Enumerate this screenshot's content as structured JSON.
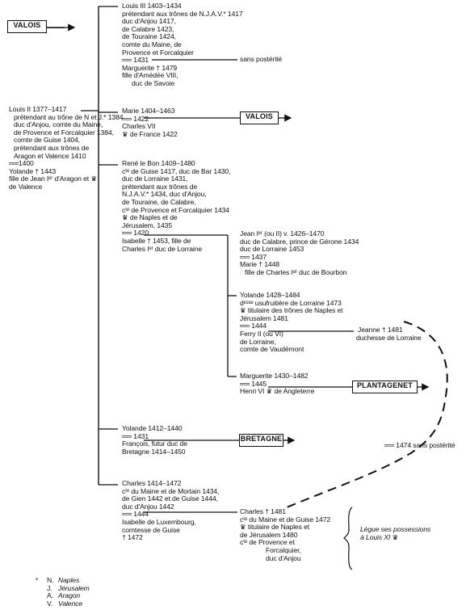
{
  "boxes": {
    "valois_top": "VALOIS",
    "valois_mid": "VALOIS",
    "plantagenet": "PLANTAGENET",
    "bretagne": "BRETAGNE"
  },
  "louis2": {
    "lines": [
      "Louis II 1377–1417",
      "prétendant au trône de N et J.* 1384",
      "duc d'Anjou, comte du Maine,",
      "de Provence et Forcalquier 1384,",
      "comte de Guise 1404,",
      "prétendant aux trônes de",
      "Aragon et Valence 1410"
    ],
    "marriage": "1400",
    "spouse": [
      "Yolande † 1443",
      "fille de Jean Iᵉʳ  d'Aragon et",
      "de Valence"
    ]
  },
  "louis3": {
    "lines": [
      "Louis III 1403–1434",
      "prétendant aux trônes de N.J.A.V.* 1417",
      "duc d'Anjou 1417,",
      "de Calabre 1423,",
      "de Touraine 1424,",
      "comte du Maine, de",
      "Provence et Forcalquier"
    ],
    "marriage": "1431",
    "sans_posterite": "sans postérité",
    "spouse": [
      "Marguerite † 1479",
      "fille d'Amédée VIII,",
      "duc de Savoie"
    ]
  },
  "marie": {
    "lines": [
      "Marie 1404–1463"
    ],
    "marriage": "1422",
    "spouse": [
      "Charles VII",
      "de France 1422"
    ]
  },
  "rene": {
    "lines": [
      "René le Bon 1409–1480",
      "cᵗᵉ de Guise 1417, duc de Bar 1430,",
      "duc de Lorraine 1431,",
      "prétendant aux trônes de",
      "N.J.A.V.* 1434, duc d'Anjou,",
      "de Touraine, de Calabre,",
      "cᵗᵉ de Provence et Forcalquier 1434",
      "de Naples et de",
      "Jérusalem, 1435"
    ],
    "marriage": "1420",
    "spouse": [
      "Isabelle † 1453, fille de",
      "Charles Iᵉʳ duc de Lorraine"
    ]
  },
  "jean": {
    "lines": [
      "Jean Iᵉʳ (ou II) v. 1426–1470",
      "duc de Calabre, prince de Gérone 1434",
      "duc de Lorraine 1453"
    ],
    "marriage": "1437",
    "spouse": [
      "Marie † 1448",
      "fille de Charles Iᵉʳ duc de Bourbon"
    ]
  },
  "yolande2": {
    "lines": [
      "Yolande 1428–1484",
      "dᵉˢˢᵉ usufruitière de Lorraine 1473",
      "titulaire des trônes de Naples et",
      "Jérusalem 1481"
    ],
    "marriage": "1444",
    "spouse": [
      "Ferry II (ou VI)",
      "de Lorraine,",
      "comte de Vaudémont"
    ],
    "child": [
      "Jeanne † 1481",
      "duchesse de Lorraine"
    ]
  },
  "marguerite": {
    "lines": [
      "Marguerite 1430–1482"
    ],
    "marriage": "1445",
    "spouse": "Henri VI",
    "spouse_rest": "de Angleterre"
  },
  "yolande1": {
    "lines": [
      "Yolande 1412–1440"
    ],
    "marriage": "1431",
    "spouse": [
      "François, futur duc de",
      "Bretagne 1414–1450"
    ],
    "note": "1474 sans postérité"
  },
  "charles": {
    "lines": [
      "Charles 1414–1472",
      "cᵗᵉ du Maine et de Mortain 1434,",
      "de Gien 1442 et de Guise 1444,",
      "duc d'Anjou 1442"
    ],
    "marriage": "1444",
    "spouse": [
      "Isabelle de Luxembourg,",
      "comtesse de Guise",
      "† 1472"
    ]
  },
  "charles2": {
    "lines": [
      "Charles † 1481",
      "cᵗᵉ du Maine et de Guise 1472",
      "titulaire de Naples et",
      "de Jérusalem 1480",
      "cᵗᵉ de Provence et",
      "Forcalquier,",
      "duc d'Anjou"
    ]
  },
  "legue": {
    "lines": [
      "Lègue ses possessions",
      "à Louis XI"
    ]
  },
  "legend": {
    "marker": "*",
    "keys": [
      "N.",
      "J.",
      "A.",
      "V."
    ],
    "values": [
      "Naples",
      "Jérusalem",
      "Aragon",
      "Valence"
    ]
  },
  "icons": {
    "crown": "crown-icon",
    "marriage": "marriage-sign"
  }
}
